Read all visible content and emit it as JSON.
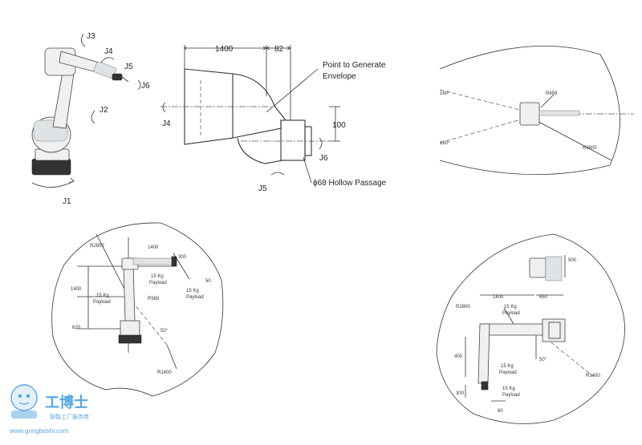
{
  "joints": {
    "j1": "J1",
    "j2": "J2",
    "j3": "J3",
    "j4": "J4",
    "j5": "J5",
    "j6": "J6"
  },
  "wrist": {
    "dim_1400": "1400",
    "dim_82": "82",
    "dim_100": "100",
    "envelope_label_line1": "Point to Generate",
    "envelope_label_line2": "Envelope",
    "passage_label": "ϕ68 Hollow Passage",
    "j4": "J4",
    "j5": "J5",
    "j6": "J6"
  },
  "top_view": {
    "angle_top": "160°",
    "angle_bottom": "160°",
    "r_small": "R458",
    "r_large": "R2800"
  },
  "side_view": {
    "r2800": "R2800",
    "dim_1400_top": "1400",
    "dim_300": "300",
    "dim_1400_side": "1400",
    "dim_620": "620",
    "dim_50": "50",
    "payload_1_line1": "15 Kg",
    "payload_1_line2": "Payload",
    "payload_2_line1": "15 Kg",
    "payload_2_line2": "Payload",
    "payload_3_line1": "15 Kg",
    "payload_3_line2": "Payload",
    "r565": "R565",
    "angle": "50°",
    "r1400": "R1400"
  },
  "right_view": {
    "dim_500": "500",
    "r2800": "R2800",
    "dim_1400": "1400",
    "dim_650": "650",
    "payload_1_line1": "15 Kg",
    "payload_1_line2": "Payload",
    "dim_400": "400",
    "angle": "50°",
    "payload_2_line1": "15 Kg",
    "payload_2_line2": "Payload",
    "r1400": "R1400",
    "dim_300": "300",
    "payload_3_line1": "15 Kg",
    "payload_3_line2": "Payload",
    "dim_60": "60"
  },
  "watermark": {
    "brand": "工博士",
    "tagline": "智能工厂服务商",
    "url": "www.gongboshi.com",
    "accent": "#1e88d9"
  }
}
